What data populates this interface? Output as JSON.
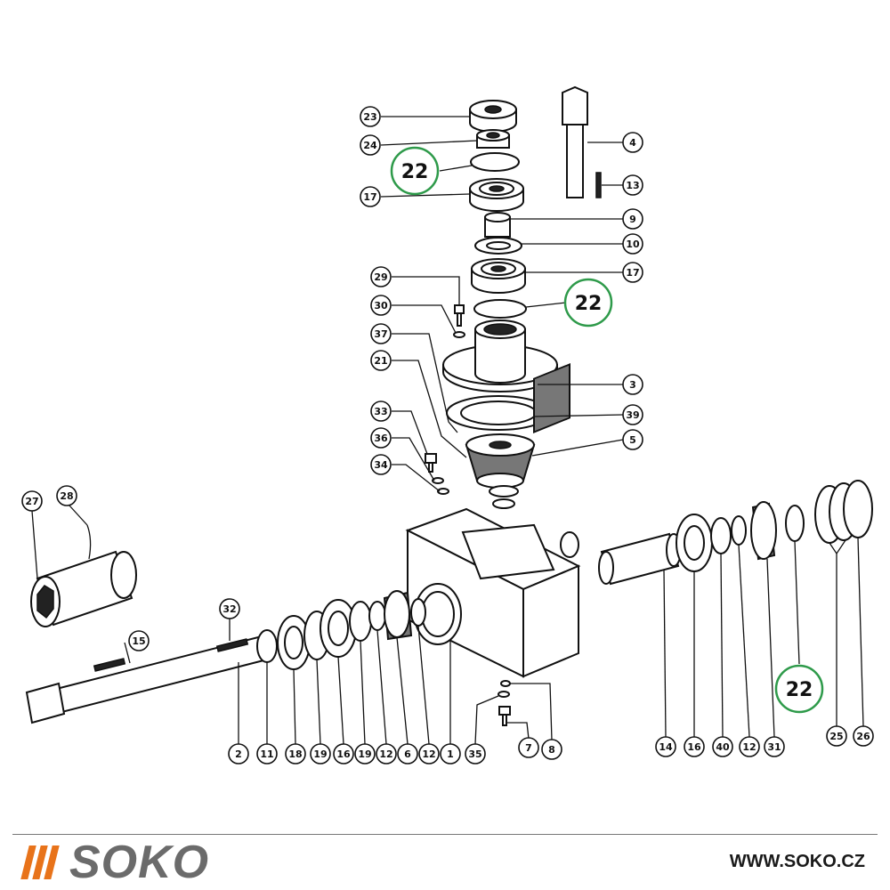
{
  "diagram": {
    "part_numbers": {
      "p23": "23",
      "p24": "24",
      "p17a": "17",
      "p4": "4",
      "p13": "13",
      "p9": "9",
      "p10": "10",
      "p17b": "17",
      "p29": "29",
      "p30": "30",
      "p37": "37",
      "p21": "21",
      "p3": "3",
      "p39": "39",
      "p33": "33",
      "p36": "36",
      "p5": "5",
      "p34": "34",
      "p27": "27",
      "p28": "28",
      "p32": "32",
      "p15": "15",
      "b2": "2",
      "b11": "11",
      "b18": "18",
      "b19a": "19",
      "b16": "16",
      "b19b": "19",
      "b12a": "12",
      "b6": "6",
      "b12b": "12",
      "b1": "1",
      "b35": "35",
      "b7": "7",
      "b8": "8",
      "r14": "14",
      "r16": "16",
      "r40": "40",
      "r12": "12",
      "r31": "31",
      "r25": "25",
      "r26": "26"
    },
    "highlight_label": "22"
  },
  "footer": {
    "logo_text": "SOKO",
    "website": "WWW.SOKO.CZ"
  },
  "colors": {
    "highlight": "#2e9a4a",
    "brand_orange": "#e8731a",
    "brand_gray": "#6b6b6b"
  }
}
